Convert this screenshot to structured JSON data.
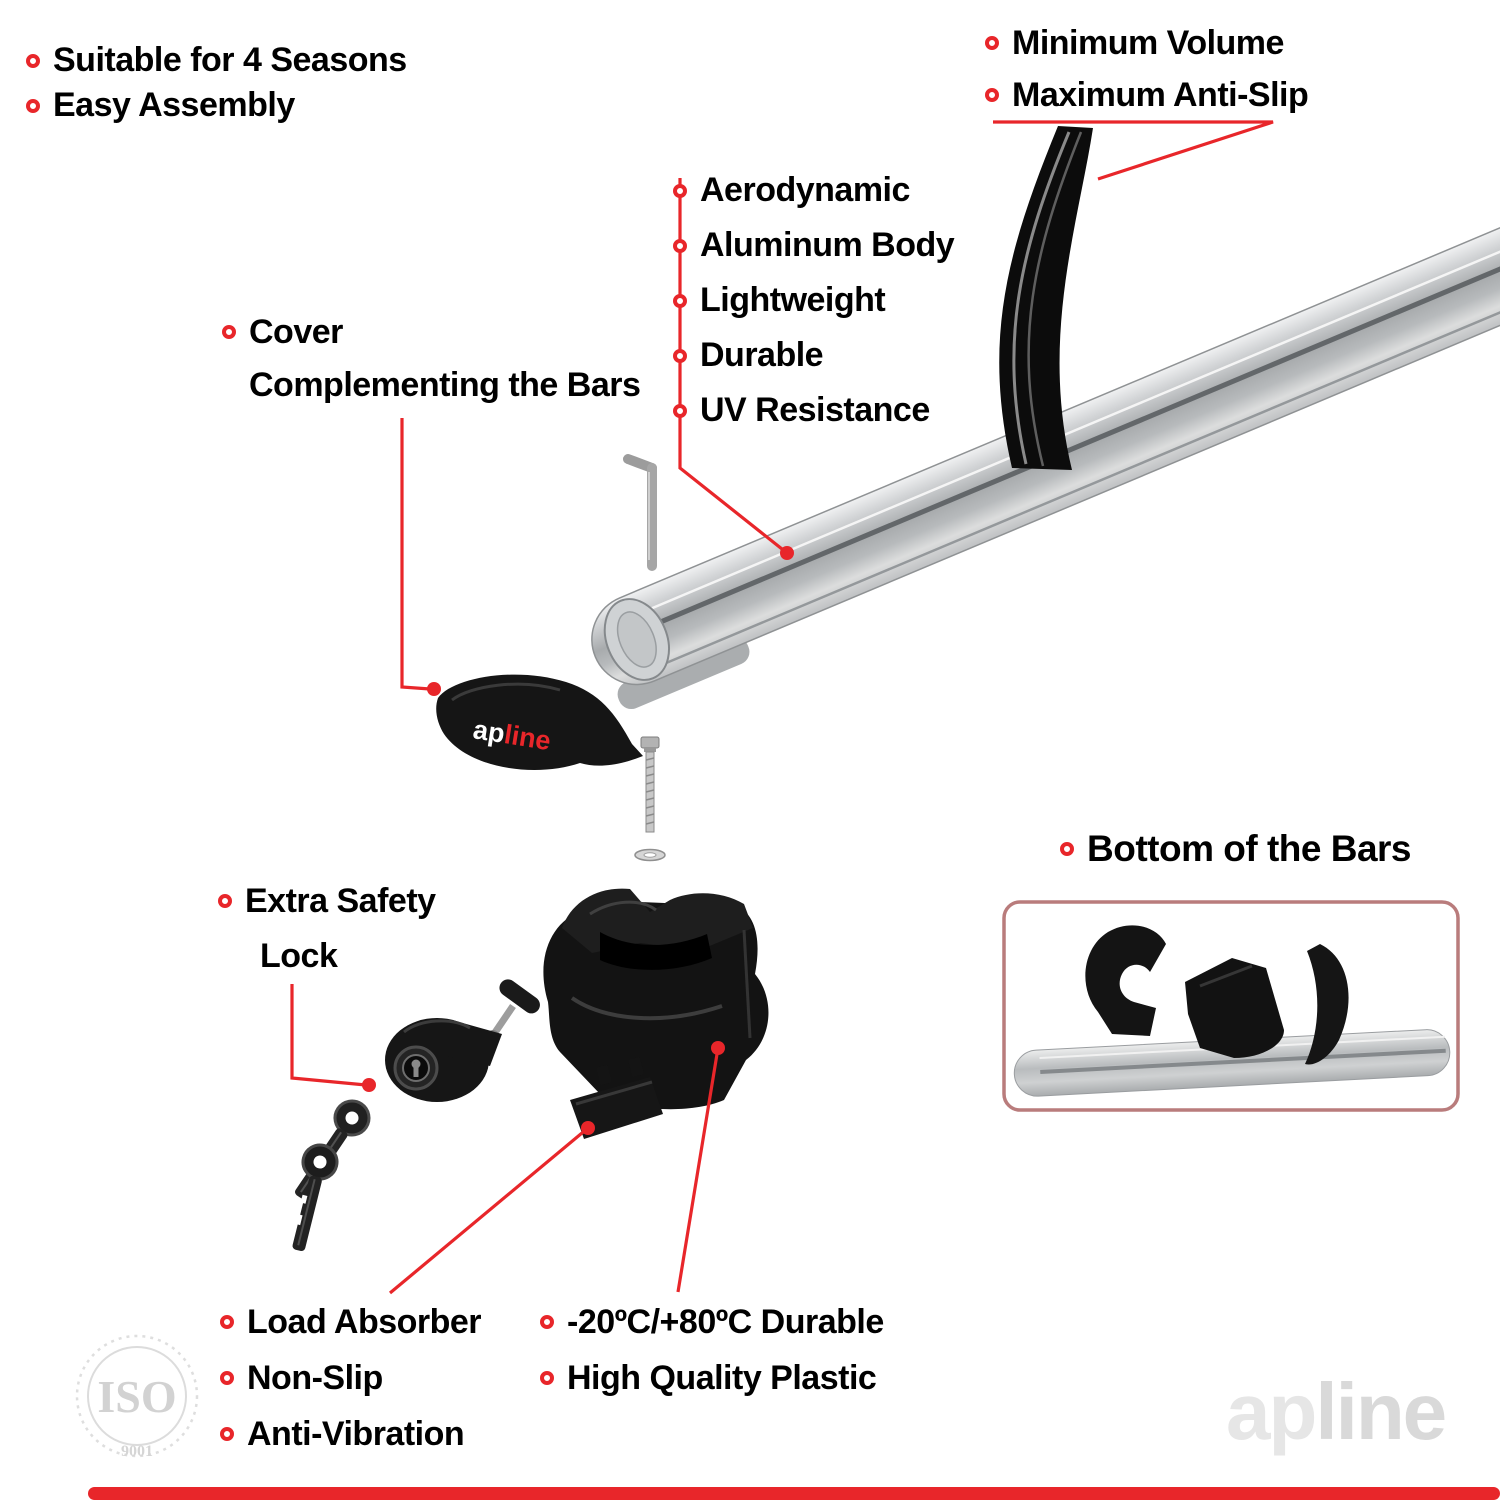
{
  "labels": {
    "top_left": [
      "Suitable for 4 Seasons",
      "Easy Assembly"
    ],
    "top_right": [
      "Minimum Volume",
      "Maximum Anti-Slip"
    ],
    "bar_features": [
      "Aerodynamic",
      "Aluminum Body",
      "Lightweight",
      "Durable",
      "UV Resistance"
    ],
    "cover_line1": "Cover",
    "cover_line2": "Complementing the Bars",
    "lock_line1": "Extra Safety",
    "lock_line2": "Lock",
    "bottom_bars": "Bottom of the Bars",
    "foot_features": [
      "Load Absorber",
      "Non-Slip",
      "Anti-Vibration"
    ],
    "plastic_features": [
      "-20ºC/+80ºC Durable",
      "High Quality Plastic"
    ]
  },
  "branding": {
    "cover_logo_ap": "ap",
    "cover_logo_line": "line",
    "watermark_ap": "ap",
    "watermark_line": "line",
    "iso_text": "ISO",
    "iso_number": "9001"
  },
  "colors": {
    "accent": "#e8262a",
    "bar_silver": "#c7cacc",
    "plastic_black": "#141414",
    "watermark_gray": "#e2e2e2",
    "box_border": "#b97c7c"
  }
}
